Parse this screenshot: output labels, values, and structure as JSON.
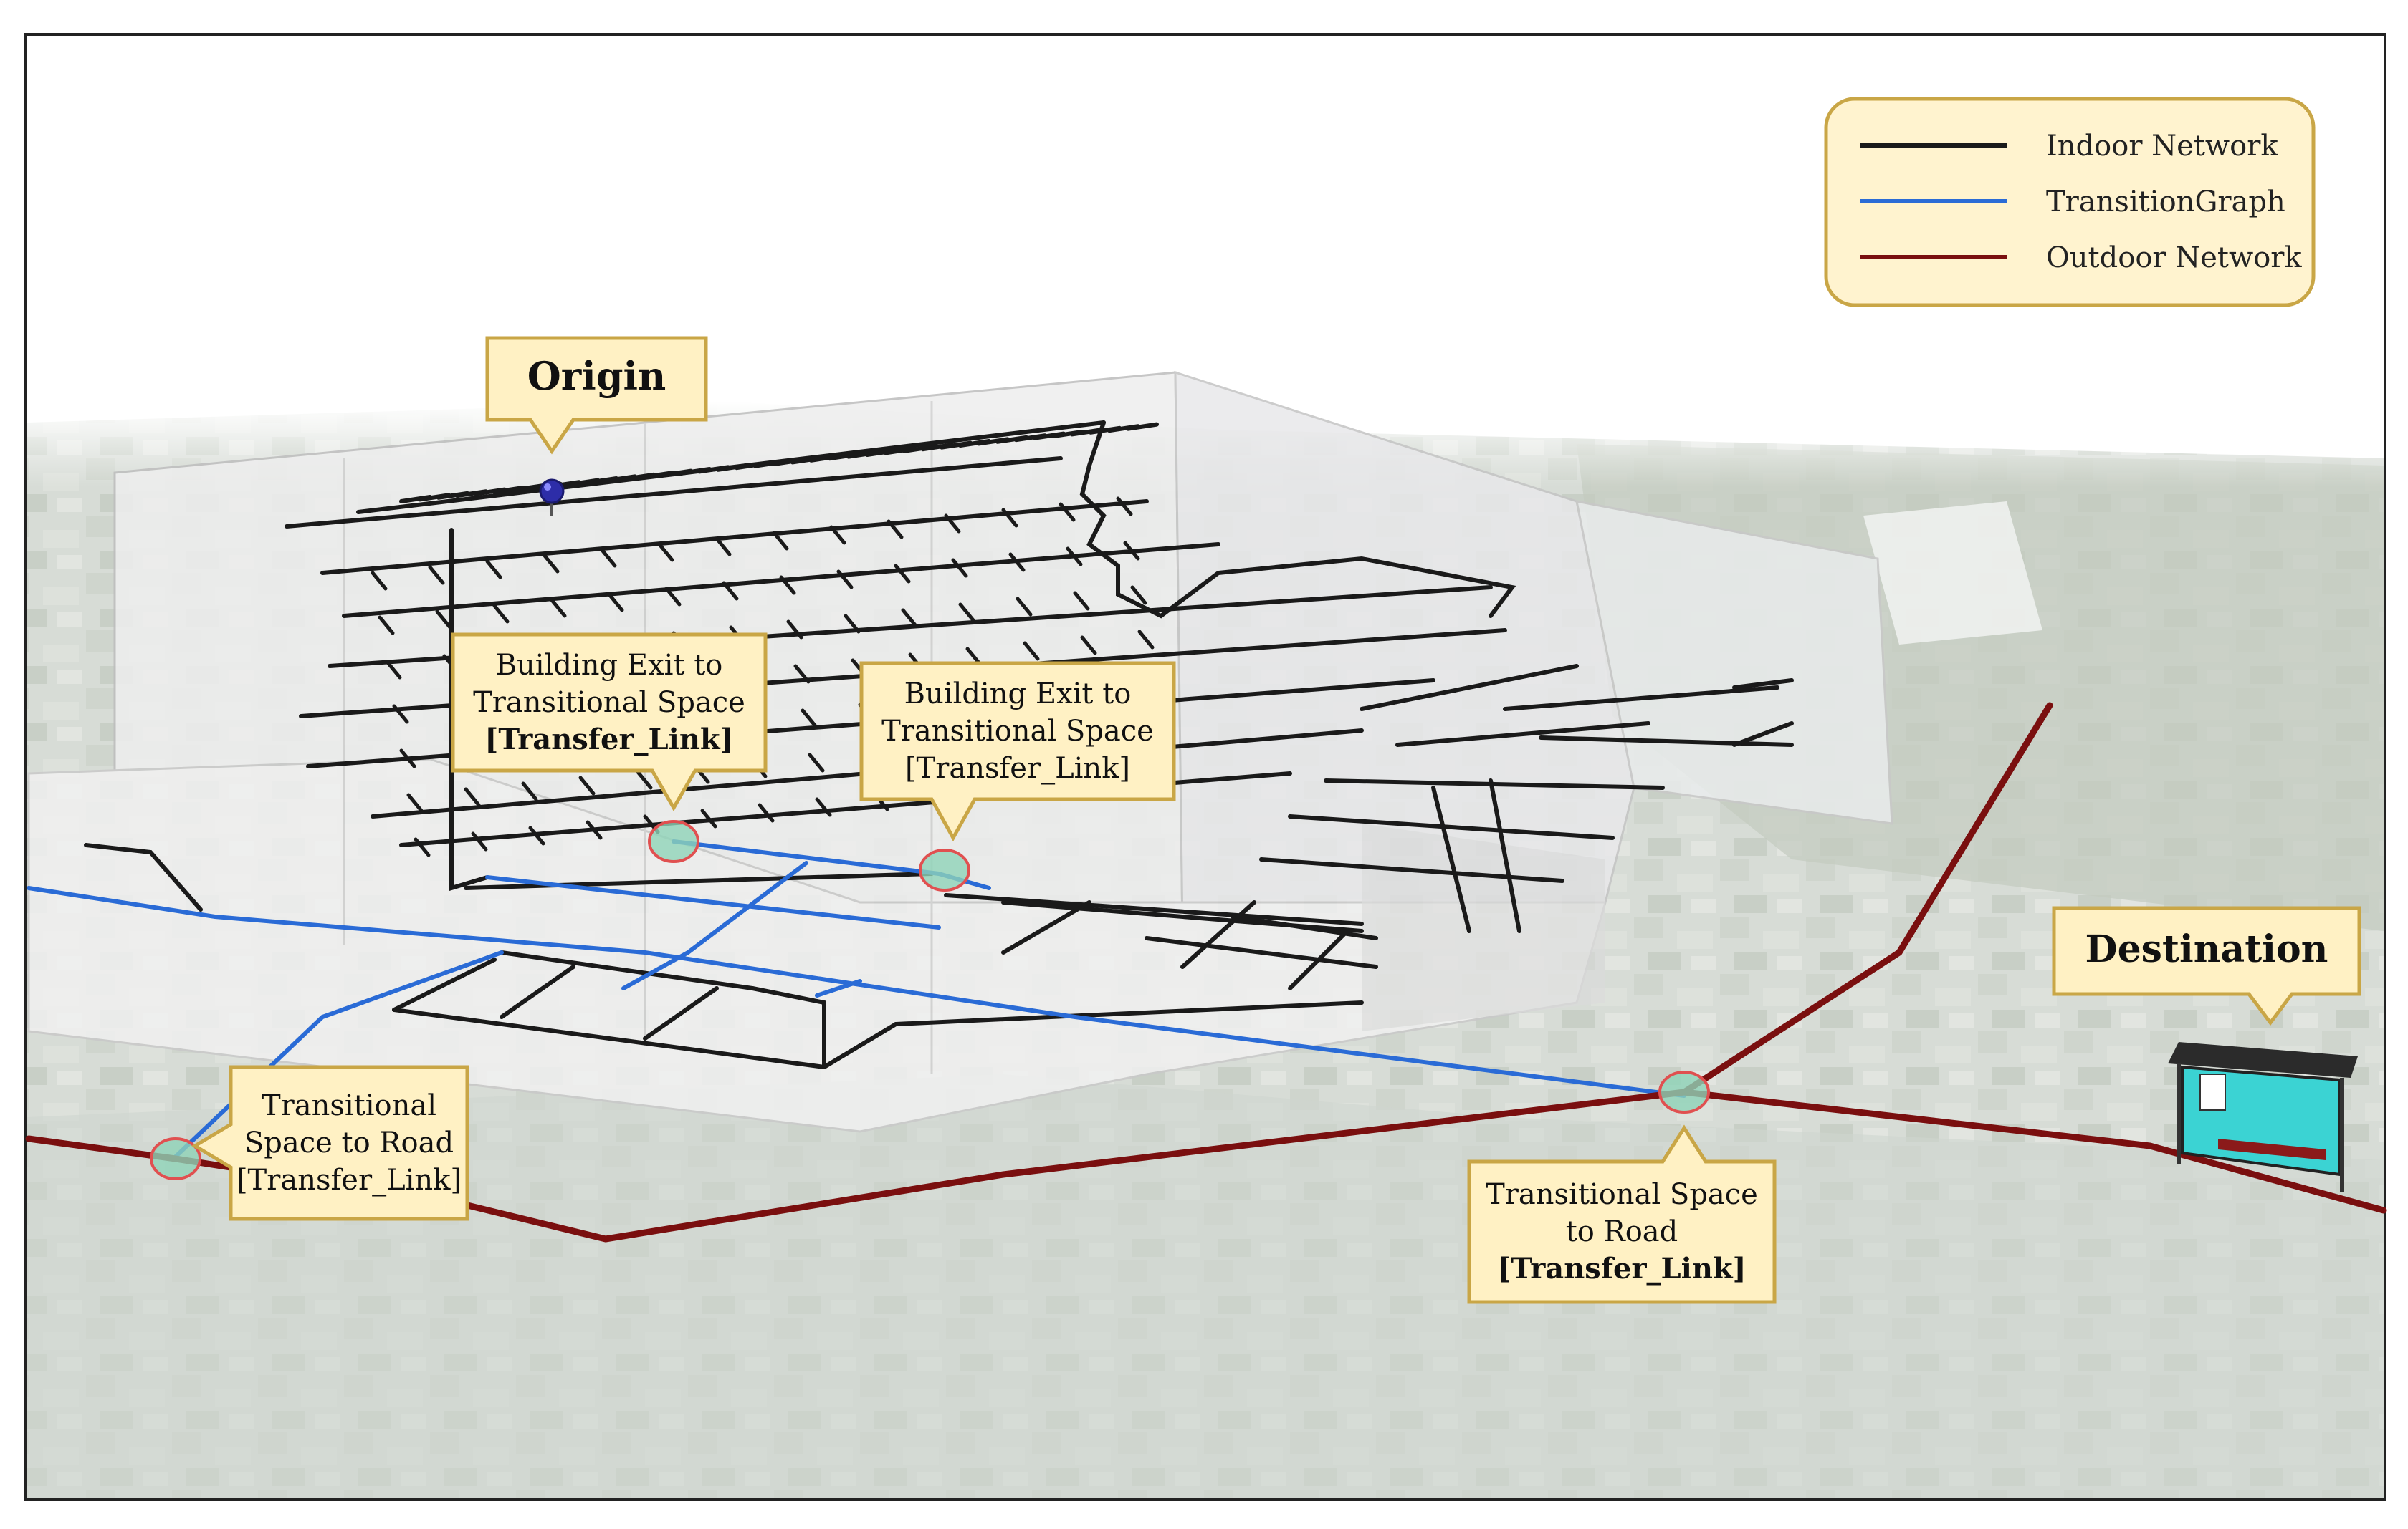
{
  "legend": {
    "items": [
      {
        "label": "Indoor Network",
        "color": "#1a1a1a"
      },
      {
        "label": "TransitionGraph",
        "color": "#2a6bd6"
      },
      {
        "label": "Outdoor Network",
        "color": "#7a0f0f"
      }
    ]
  },
  "callouts": {
    "origin": {
      "lines": [
        "Origin"
      ]
    },
    "destination": {
      "lines": [
        "Destination"
      ]
    },
    "exit_1": {
      "lines": [
        "Building Exit to",
        "Transitional Space",
        "[Transfer_Link]"
      ]
    },
    "exit_2": {
      "lines": [
        "Building Exit to",
        "Transitional Space",
        "[Transfer_Link]"
      ]
    },
    "road_1": {
      "lines": [
        "Transitional",
        "Space to Road",
        "[Transfer_Link]"
      ]
    },
    "road_2": {
      "lines": [
        "Transitional Space",
        "to Road",
        "[Transfer_Link]"
      ]
    }
  },
  "colors": {
    "callout_fill": "#fff1c4",
    "callout_border": "#c9a646",
    "legend_fill": "#fff3cf",
    "transfer_node_fill": "#8fd3b8",
    "transfer_node_stroke": "#e05050",
    "origin_marker": "#2d2da8",
    "bus_shelter": "#3bd3d3"
  }
}
